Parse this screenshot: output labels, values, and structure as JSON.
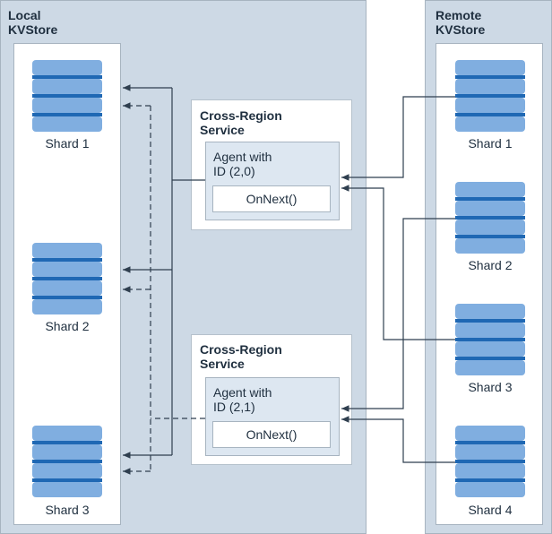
{
  "local": {
    "title_line1": "Local",
    "title_line2": "KVStore",
    "shards": [
      "Shard 1",
      "Shard 2",
      "Shard 3"
    ]
  },
  "remote": {
    "title_line1": "Remote",
    "title_line2": "KVStore",
    "shards": [
      "Shard 1",
      "Shard 2",
      "Shard 3",
      "Shard 4"
    ]
  },
  "services": [
    {
      "title_line1": "Cross-Region",
      "title_line2": "Service",
      "agent_line1": "Agent with",
      "agent_line2": "ID (2,0)",
      "method": "OnNext()"
    },
    {
      "title_line1": "Cross-Region",
      "title_line2": "Service",
      "agent_line1": "Agent with",
      "agent_line2": "ID (2,1)",
      "method": "OnNext()"
    }
  ],
  "colors": {
    "panel": "#cdd9e5",
    "shard_light": "#80aee0",
    "shard_dark": "#1f68b4",
    "line": "#2f3f4f"
  }
}
